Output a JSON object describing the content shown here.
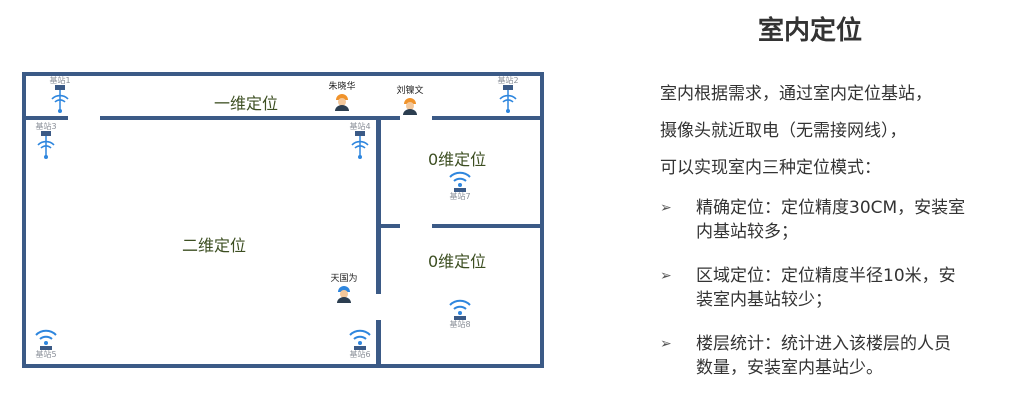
{
  "title": "室内定位",
  "intro_lines": [
    "室内根据需求，通过室内定位基站，",
    "摄像头就近取电（无需接网线），",
    "可以实现室内三种定位模式："
  ],
  "bullets": [
    {
      "lines": [
        "精确定位：定位精度30CM，安装室",
        "内基站较多；"
      ]
    },
    {
      "lines": [
        "区域定位：定位精度半径10米，安",
        "装室内基站较少；"
      ]
    },
    {
      "lines": [
        "楼层统计：统计进入该楼层的人员",
        "数量，安装室内基站少。"
      ]
    }
  ],
  "bullet_symbol": "➢",
  "floorplan": {
    "rooms": {
      "corridor": "一维定位",
      "main": "二维定位",
      "right_top": "0维定位",
      "right_bottom": "0维定位"
    },
    "stations": [
      "基站1",
      "基站2",
      "基站3",
      "基站4",
      "基站5",
      "基站6",
      "基站7",
      "基站8"
    ],
    "people": [
      "朱晓华",
      "刘镍文",
      "天国为"
    ]
  },
  "colors": {
    "wall": "#3b5a86",
    "room_label": "#3d4f22",
    "wifi": "#2e86de",
    "helmet": "#f0932b"
  }
}
